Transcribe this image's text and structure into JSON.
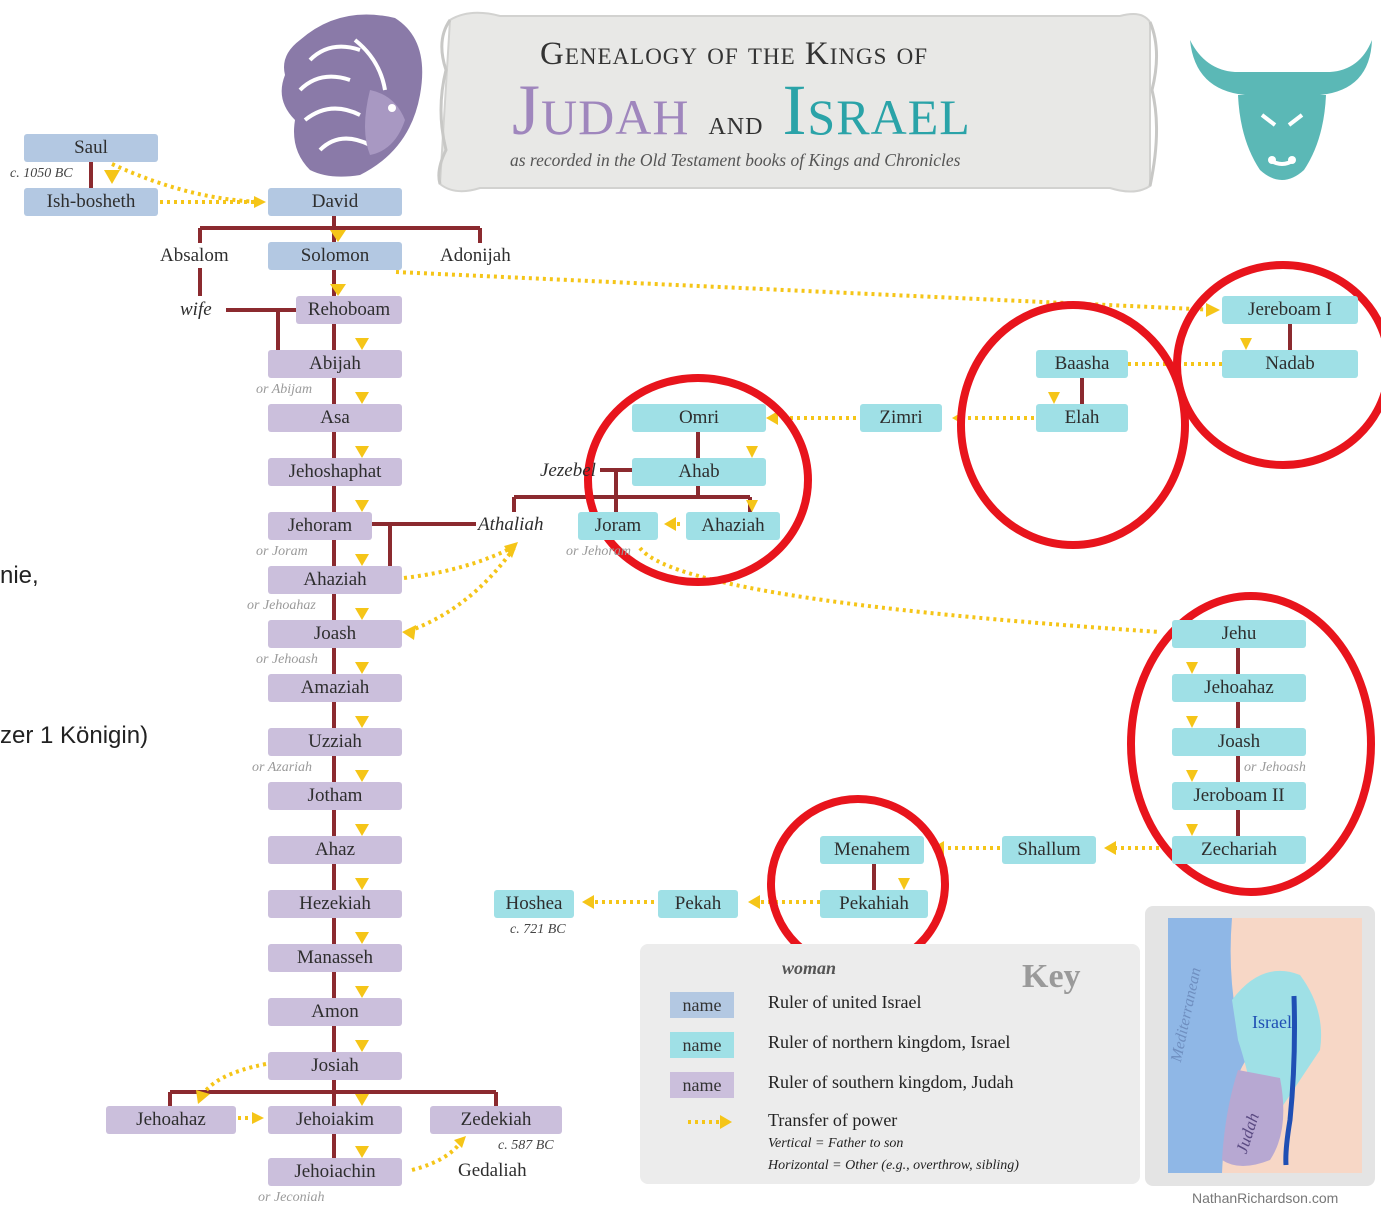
{
  "title": {
    "line1": "Genealogy of the Kings of",
    "judah": "Judah",
    "and": "and",
    "israel": "Israel",
    "subtitle": "as recorded in the Old Testament books of Kings and Chronicles"
  },
  "colors": {
    "united": "#b3c8e2",
    "israel": "#9fe0e6",
    "judah": "#cbbfdc",
    "lineage": "#8b2a2f",
    "transfer": "#f5c518",
    "circle": "#e8141c",
    "judah_title": "#9f86bd",
    "israel_title": "#2aa3a8"
  },
  "side_fragments": [
    "nie,",
    "zer 1 Königin)"
  ],
  "kings": {
    "saul": "Saul",
    "ishbosheth": "Ish-bosheth",
    "david": "David",
    "solomon": "Solomon",
    "rehoboam": "Rehoboam",
    "abijah": "Abijah",
    "asa": "Asa",
    "jehoshaphat": "Jehoshaphat",
    "jehoram": "Jehoram",
    "ahaziah_j": "Ahaziah",
    "joash_j": "Joash",
    "amaziah": "Amaziah",
    "uzziah": "Uzziah",
    "jotham": "Jotham",
    "ahaz": "Ahaz",
    "hezekiah": "Hezekiah",
    "manasseh": "Manasseh",
    "amon": "Amon",
    "josiah": "Josiah",
    "jehoahaz_j": "Jehoahaz",
    "jehoiakim": "Jehoiakim",
    "zedekiah": "Zedekiah",
    "jehoiachin": "Jehoiachin",
    "jeroboam1": "Jereboam I",
    "nadab": "Nadab",
    "baasha": "Baasha",
    "elah": "Elah",
    "zimri": "Zimri",
    "omri": "Omri",
    "ahab": "Ahab",
    "ahaziah_i": "Ahaziah",
    "joram_i": "Joram",
    "jehu": "Jehu",
    "jehoahaz_i": "Jehoahaz",
    "joash_i": "Joash",
    "jeroboam2": "Jeroboam II",
    "zechariah": "Zechariah",
    "shallum": "Shallum",
    "menahem": "Menahem",
    "pekahiah": "Pekahiah",
    "pekah": "Pekah",
    "hoshea": "Hoshea"
  },
  "others": {
    "absalom": "Absalom",
    "adonijah": "Adonijah",
    "wife": "wife",
    "athaliah": "Athaliah",
    "jezebel": "Jezebel",
    "gedaliah": "Gedaliah"
  },
  "aliases": {
    "abijam": "or Abijam",
    "joram": "or Joram",
    "jehoahaz": "or Jehoahaz",
    "jehoash": "or Jehoash",
    "azariah": "or Azariah",
    "jeconiah": "or Jeconiah",
    "jehoram_i": "or Jehoram",
    "jehoash_i": "or Jehoash"
  },
  "dates": {
    "saul": "c. 1050 BC",
    "zedekiah": "c. 587 BC",
    "hoshea": "c. 721 BC"
  },
  "key": {
    "title": "Key",
    "partial_line": "woman",
    "swatch_label": "name",
    "united": "Ruler of united Israel",
    "israel": "Ruler of northern kingdom, Israel",
    "judah": "Ruler of southern kingdom, Judah",
    "transfer": "Transfer of power",
    "vertical": "Vertical = Father to son",
    "horizontal": "Horizontal = Other (e.g., overthrow, sibling)"
  },
  "map": {
    "sea": "Mediterranean",
    "israel": "Israel",
    "judah": "Judah"
  },
  "footer": "NathanRichardson.com"
}
